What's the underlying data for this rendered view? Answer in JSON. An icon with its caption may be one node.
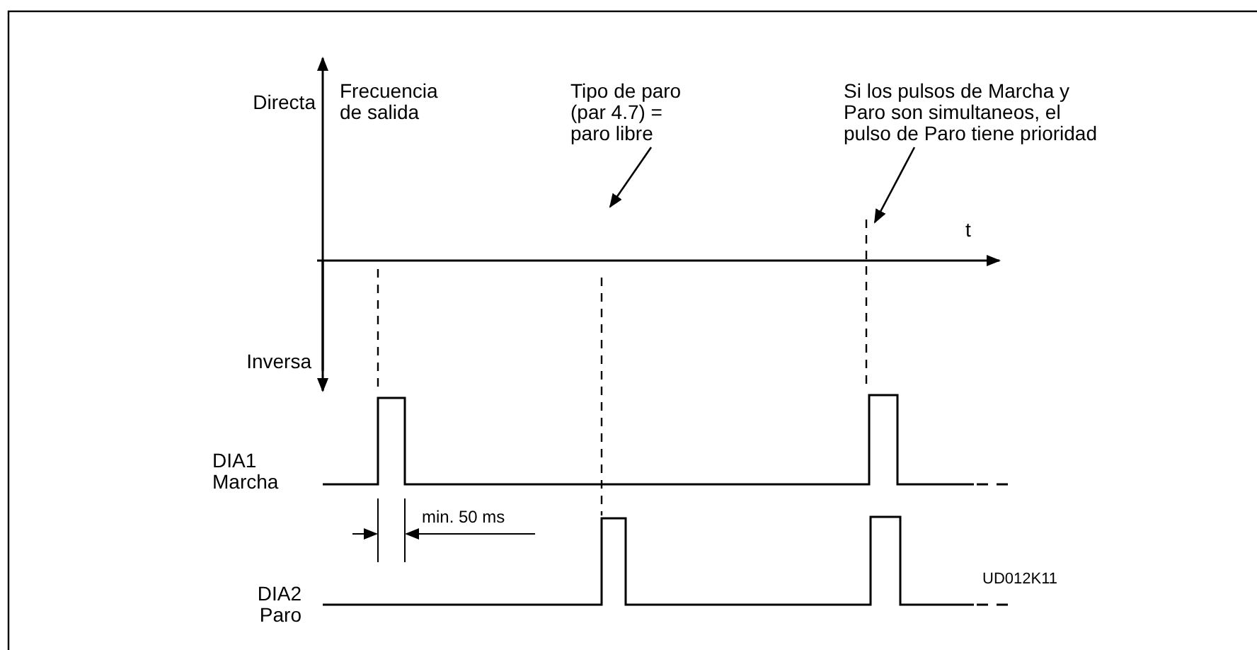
{
  "diagram": {
    "nodes": [
      {
        "text": [
          "Tipo de paro (par 4.7) = paro libre"
        ]
      },
      {
        "text": [
          "Si los pulsos de Marcha y Paro son simultaneos, el pulso de Paro tiene prioridad"
        ]
      }
    ],
    "edges": [
      {
        "from": 0,
        "to": null,
        "arrow": "to"
      },
      {
        "from": 1,
        "to": null,
        "arrow": "to"
      }
    ],
    "labels": [
      "Directa",
      "Frecuencia de salida",
      "t",
      "Inversa",
      "DIA1 Marcha",
      "min. 50 ms",
      "UD012K11",
      "DIA2 Paro"
    ]
  }
}
